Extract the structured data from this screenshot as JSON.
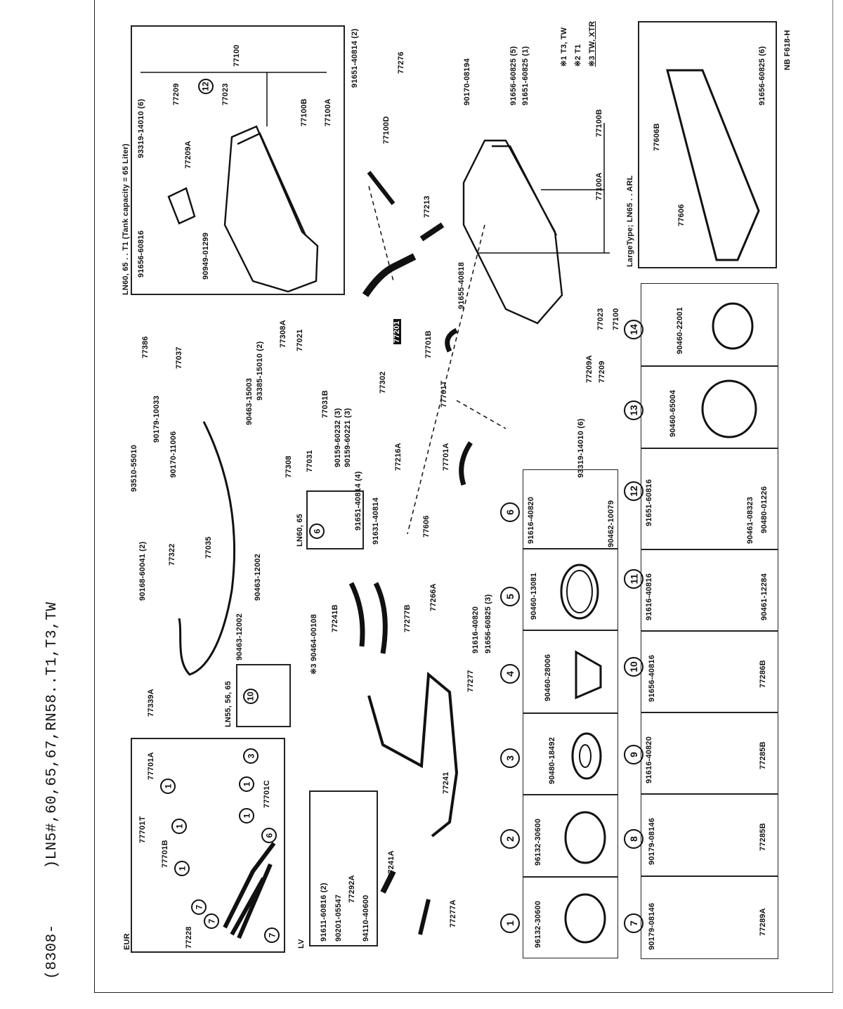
{
  "header": {
    "range_prefix": "(8308-",
    "models": ")LN5#,60,65,67,RN58..T1,T3,TW"
  },
  "diagram_code": "NB F618-H",
  "legend": {
    "items": [
      {
        "mark": "※1",
        "text": "T3, TW"
      },
      {
        "mark": "※2",
        "text": "T1"
      },
      {
        "mark": "※3",
        "text": "TW, XTR"
      }
    ]
  },
  "insets": {
    "tank_65l": {
      "title": "LN60, 65 . . T1 (Tank capacity = 65 Liter)",
      "labels": [
        "91656-60816",
        "90949-01299",
        "93319-14010 (6)",
        "77209",
        "77209A",
        "77023",
        "77100",
        "77100B",
        "77100A"
      ],
      "callouts": [
        "12"
      ]
    },
    "large_type": {
      "title": "LargeType; LN65 . . ARL",
      "labels": [
        "77606B",
        "77606",
        "91656-60825 (6)"
      ]
    },
    "eur": {
      "title": "EUR",
      "labels": [
        "77701T",
        "77701A",
        "77701B",
        "77701C",
        "77228"
      ],
      "callouts": [
        "1",
        "1",
        "1",
        "1",
        "1",
        "3",
        "6",
        "7",
        "7",
        "7"
      ]
    },
    "lv": {
      "title": "LV",
      "labels": [
        "91611-60816 (2)",
        "90201-05547",
        "77292A",
        "94110-40600"
      ]
    },
    "ln55": {
      "title": "LN55, 56, 65",
      "callouts": [
        "10"
      ]
    },
    "ln60": {
      "title": "LN60, 65",
      "callouts": [
        "6"
      ]
    }
  },
  "main_labels": [
    "91651-40814 (2)",
    "77276",
    "90170-08194",
    "91656-60825 (5)",
    "91651-60825 (1)",
    "77100D",
    "77213",
    "77201",
    "91655-40818",
    "77701B",
    "77701T",
    "77701A",
    "77023",
    "77100",
    "77100A",
    "77100B",
    "77209A",
    "77209",
    "93319-14010 (6)",
    "93510-55010",
    "90179-10033",
    "77386",
    "77037",
    "90170-11006",
    "90463-15003",
    "93385-15010 (2)",
    "77308A",
    "77308",
    "77021",
    "77031B",
    "77031",
    "90159-60232 (3)",
    "90159-60221 (3)",
    "91651-40814 (4)",
    "91631-40814",
    "77302",
    "77216A",
    "90168-60041 (2)",
    "77322",
    "77035",
    "90463-12002",
    "90463-12002",
    "77339A",
    "77606",
    "77266A",
    "91616-40820",
    "91656-60825 (3)",
    "77241B",
    "77277B",
    "※3 90464-00108",
    "77277",
    "77241",
    "77241A",
    "77277A"
  ],
  "callout_column": [
    "14",
    "13",
    "12",
    "11",
    "10",
    "9",
    "8",
    "7"
  ],
  "callout_column_upper": [
    "6",
    "5",
    "4",
    "3",
    "2",
    "1"
  ],
  "parts_grid": {
    "upper_row": [
      {
        "no": "6",
        "parts": [
          "91616-40820",
          "90462-10079"
        ]
      },
      {
        "no": "5",
        "parts": [
          "90460-13081"
        ]
      },
      {
        "no": "4",
        "parts": [
          "90460-28006"
        ]
      },
      {
        "no": "3",
        "parts": [
          "90480-18492"
        ]
      },
      {
        "no": "2",
        "parts": [
          "96132-30600"
        ]
      },
      {
        "no": "1",
        "parts": [
          "96132-30600"
        ]
      }
    ],
    "lower_row": [
      {
        "no": "14",
        "parts": [
          "90460-22001"
        ]
      },
      {
        "no": "13",
        "parts": [
          "90460-65004"
        ]
      },
      {
        "no": "12",
        "parts": [
          "91651-60816",
          "90461-08323",
          "90480-01226"
        ]
      },
      {
        "no": "11",
        "parts": [
          "91616-40816",
          "90461-12284"
        ]
      },
      {
        "no": "10",
        "parts": [
          "91656-40816",
          "77286B"
        ]
      },
      {
        "no": "9",
        "parts": [
          "91616-40820",
          "77285B"
        ]
      },
      {
        "no": "8",
        "parts": [
          "90179-08146",
          "77285B"
        ]
      },
      {
        "no": "7",
        "parts": [
          "90179-08146",
          "77289A"
        ]
      }
    ]
  }
}
